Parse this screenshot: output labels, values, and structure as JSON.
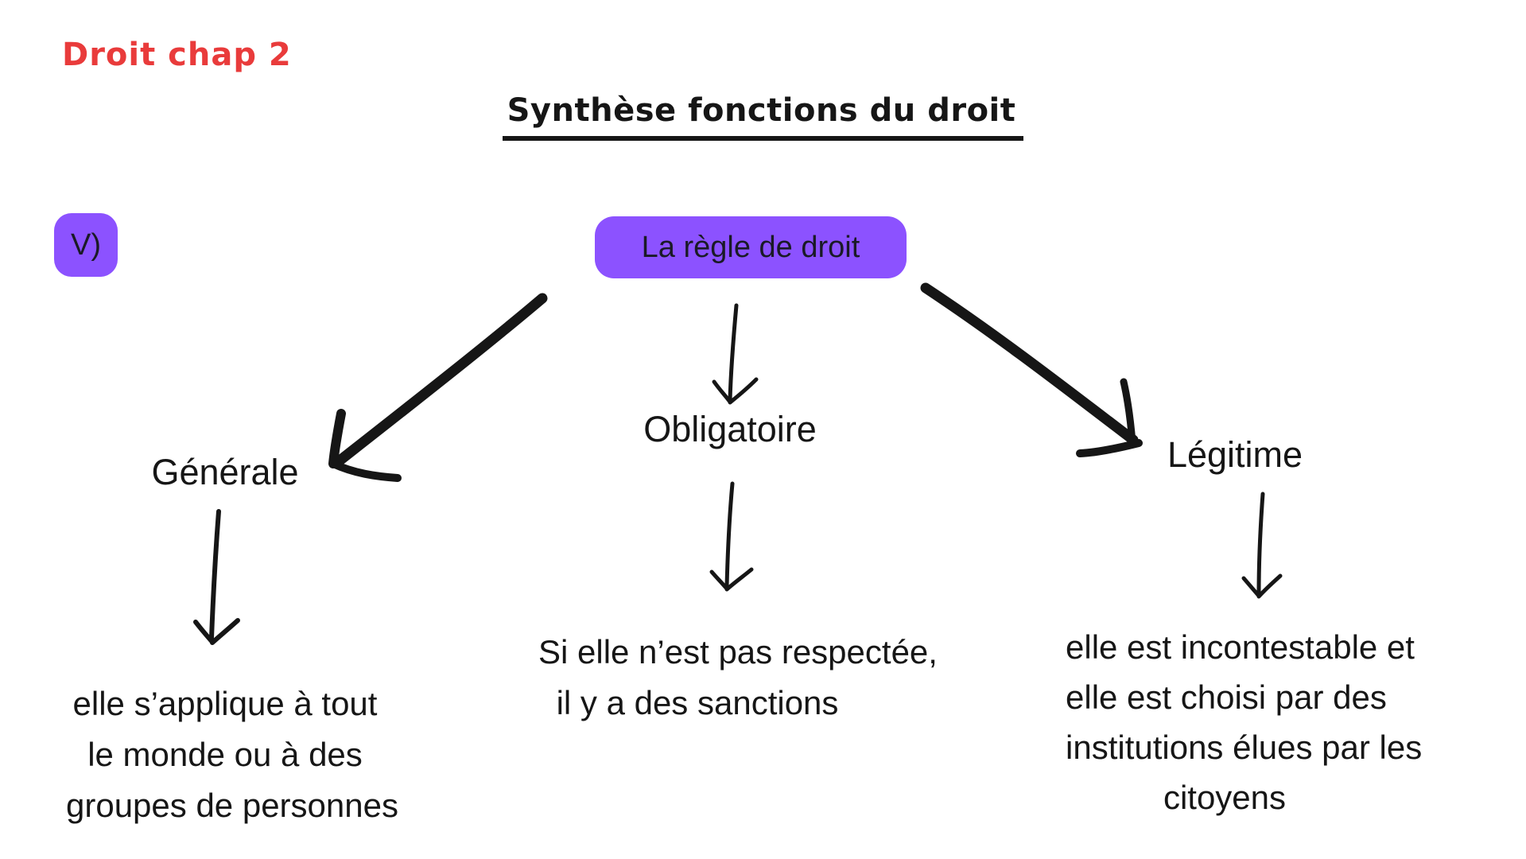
{
  "colors": {
    "background": "#ffffff",
    "purple": "#8C52FF",
    "red": "#E93B3B",
    "ink": "#161616",
    "box_text": "#1a1a26"
  },
  "header": {
    "chapter_label": "Droit chap 2",
    "title": "Synthèse fonctions du droit"
  },
  "diagram": {
    "section_marker": "V)",
    "root_label": "La règle de droit",
    "branches": [
      {
        "label": "Générale",
        "lines": [
          "elle s’applique à tout",
          "le monde ou à des",
          "groupes de personnes"
        ]
      },
      {
        "label": "Obligatoire",
        "lines": [
          "Si elle n’est pas respectée,",
          "il y a des sanctions"
        ]
      },
      {
        "label": "Légitime",
        "lines": [
          "elle est incontestable et",
          "elle est choisi par des",
          "institutions élues par les",
          "citoyens"
        ]
      }
    ]
  }
}
